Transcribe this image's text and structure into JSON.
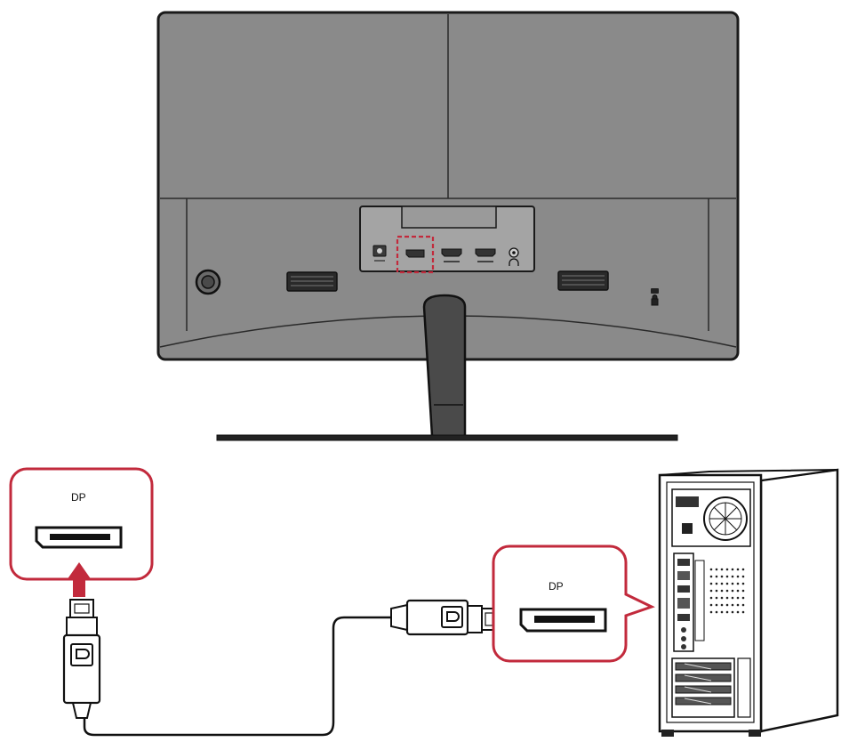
{
  "labels": {
    "monitor_callout": "DP",
    "pc_callout": "DP"
  },
  "colors": {
    "highlight": "#c22a3c",
    "monitor_body": "#8a8a8a",
    "monitor_dark": "#5e5e5e",
    "outline": "#1a1a1a",
    "background": "#ffffff"
  },
  "icons": {
    "monitor": "monitor-back-view",
    "pc": "desktop-tower-pc",
    "cable": "displayport-cable",
    "arrow": "insert-arrow-up"
  }
}
